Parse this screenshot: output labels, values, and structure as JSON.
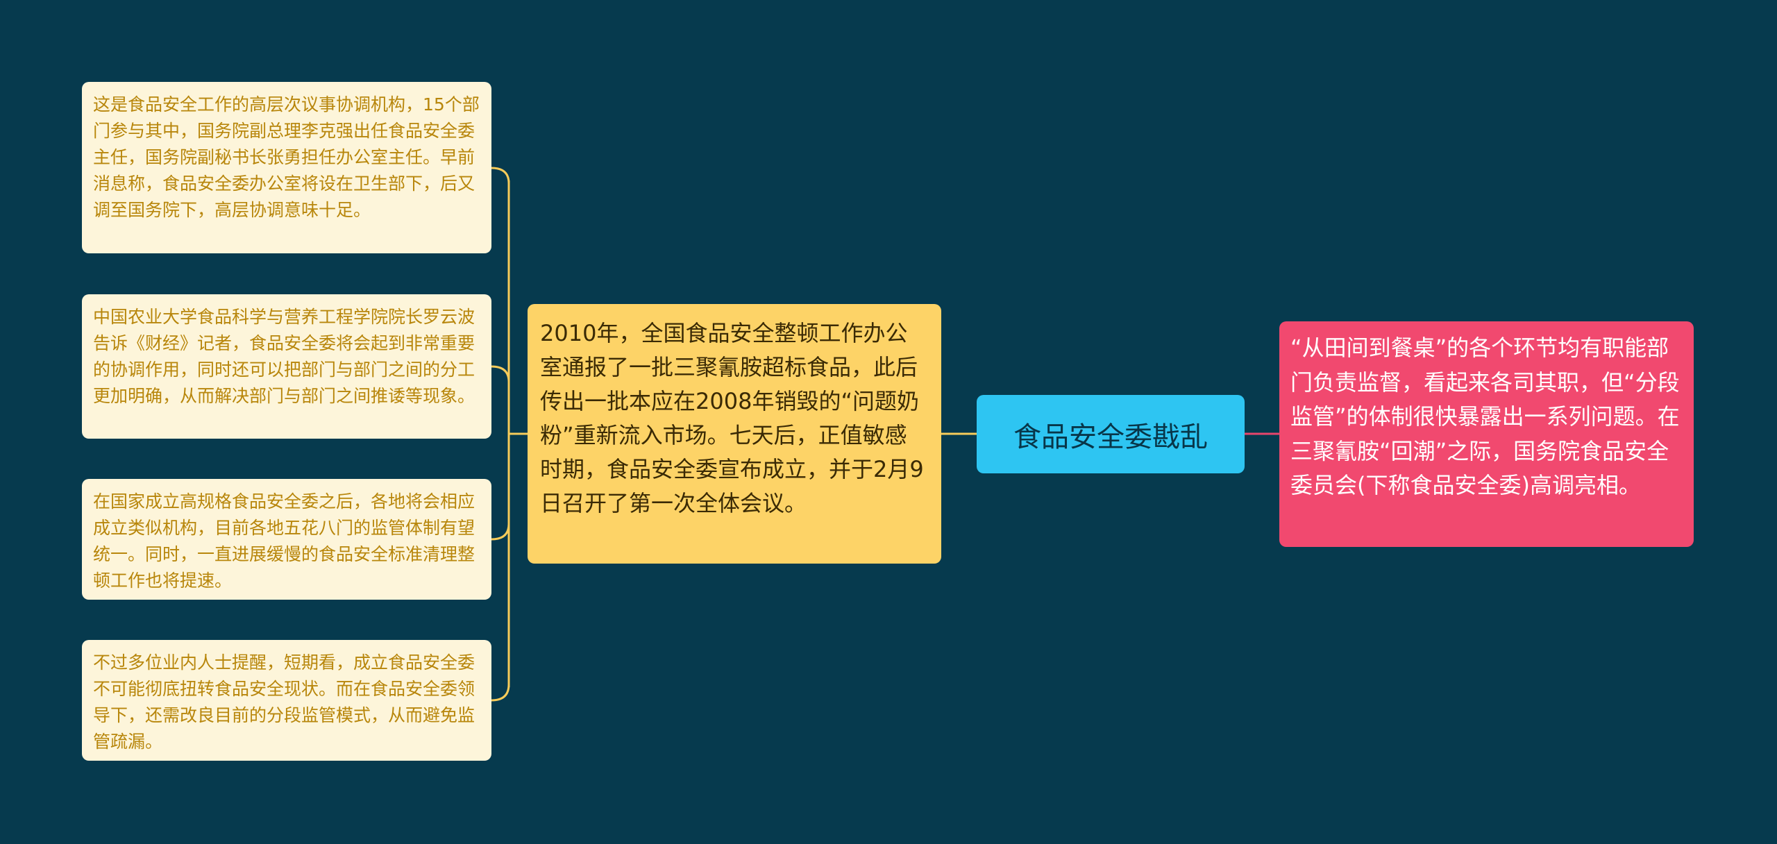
{
  "root": {
    "label": "食品安全委戡乱"
  },
  "left_branch": {
    "text": "2010年，全国食品安全整顿工作办公室通报了一批三聚氰胺超标食品，此后传出一批本应在2008年销毁的“问题奶粉”重新流入市场。七天后，正值敏感时期，食品安全委宣布成立，并于2月9日召开了第一次全体会议。",
    "children": [
      {
        "text": "这是食品安全工作的高层次议事协调机构，15个部门参与其中，国务院副总理李克强出任食品安全委主任，国务院副秘书长张勇担任办公室主任。早前消息称，食品安全委办公室将设在卫生部下，后又调至国务院下，高层协调意味十足。"
      },
      {
        "text": "中国农业大学食品科学与营养工程学院院长罗云波告诉《财经》记者，食品安全委将会起到非常重要的协调作用，同时还可以把部门与部门之间的分工更加明确，从而解决部门与部门之间推诿等现象。"
      },
      {
        "text": "在国家成立高规格食品安全委之后，各地将会相应成立类似机构，目前各地五花八门的监管体制有望统一。同时，一直进展缓慢的食品安全标准清理整顿工作也将提速。"
      },
      {
        "text": "不过多位业内人士提醒，短期看，成立食品安全委不可能彻底扭转食品安全现状。而在食品安全委领导下，还需改良目前的分段监管模式，从而避免监管疏漏。"
      }
    ]
  },
  "right_branch": {
    "text": "“从田间到餐桌”的各个环节均有职能部门负责监督，看起来各司其职，但“分段监管”的体制很快暴露出一系列问题。在三聚氰胺“回潮”之际，国务院食品安全委员会(下称食品安全委)高调亮相。"
  },
  "colors": {
    "background": "#063a4e",
    "root_fill": "#2ec5f2",
    "left_branch_fill": "#fdd367",
    "right_branch_fill": "#f1496f",
    "leaf_fill": "#fdf5da",
    "leaf_text": "#b8860b",
    "left_connector": "#f7cc5a",
    "right_connector": "#e8456c"
  }
}
